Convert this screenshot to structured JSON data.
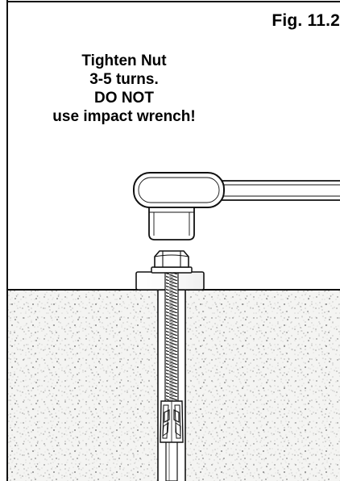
{
  "figure": {
    "label": "Fig. 11.2"
  },
  "instruction": {
    "lines": [
      "Tighten Nut",
      "3-5 turns.",
      "DO NOT",
      "use impact wrench!"
    ]
  },
  "illustration": {
    "components": [
      "torque-wrench-icon",
      "hex-nut-icon",
      "washer-icon",
      "base-plate-icon",
      "threaded-anchor-bolt-icon",
      "wedge-expansion-clip-icon",
      "concrete-substrate-icon"
    ],
    "colors": {
      "line": "#111111",
      "concrete_fill": "#f4f4f2",
      "speckle": "#777777",
      "background": "#ffffff"
    }
  }
}
